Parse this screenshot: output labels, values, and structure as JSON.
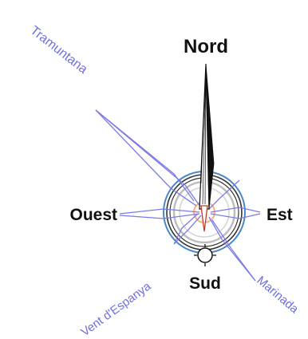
{
  "labels": {
    "north": "Nord",
    "south": "Sud",
    "east": "Est",
    "west": "Ouest"
  },
  "winds": {
    "tramuntana": "Tramuntana",
    "vent_espanya": "Vent d'Espanya",
    "marinada": "Marinada"
  },
  "colors": {
    "text": "#111111",
    "wind_text": "#6f6fe0",
    "wind_lines": "#7b7be6",
    "ring_blue": "#4a86c8",
    "ring_grey": "#c8c8c8",
    "center_orange": "#f2b38a",
    "needle": "#111111"
  }
}
